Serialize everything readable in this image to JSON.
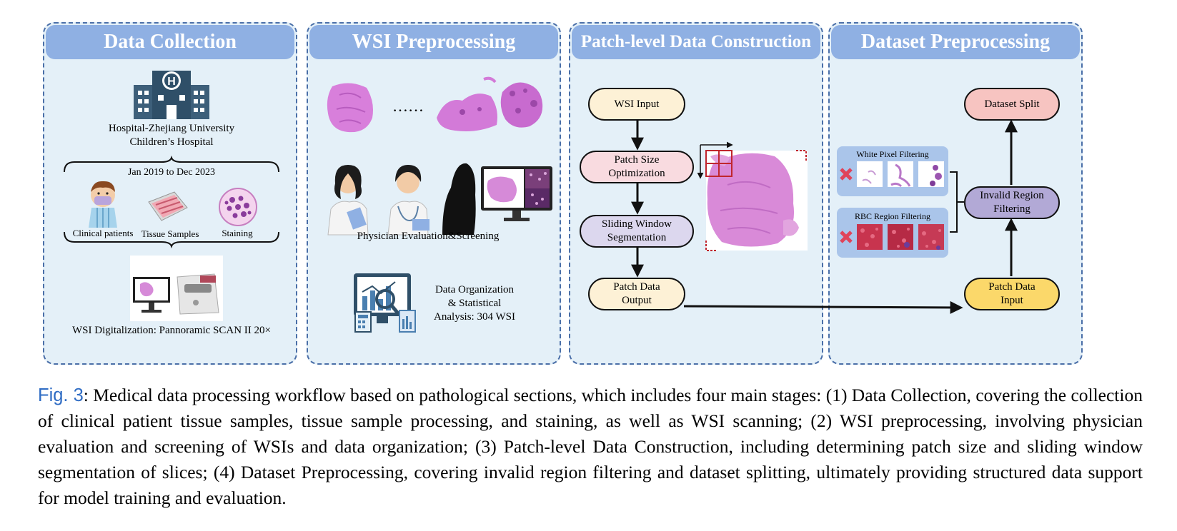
{
  "panels": {
    "data_collection": {
      "title": "Data Collection",
      "hospital": "Hospital-Zhejiang University\nChildren’s Hospital",
      "date_range": "Jan 2019 to Dec 2023",
      "items": [
        "Clinical patients",
        "Tissue Samples",
        "Staining"
      ],
      "digitization": "WSI Digitalization: Pannoramic SCAN II  20×"
    },
    "wsi_preprocessing": {
      "title": "WSI Preprocessing",
      "ellipsis": "……",
      "physician_label": "Physician Evaluation&Screening",
      "organization_label": "Data Organization\n& Statistical\nAnalysis: 304 WSI"
    },
    "patch_construction": {
      "title": "Patch-level Data Construction",
      "nodes": {
        "wsi_input": "WSI Input",
        "patch_size": "Patch Size\nOptimization",
        "sliding_window": "Sliding Window\nSegmentation",
        "patch_output": "Patch Data\nOutput"
      }
    },
    "dataset_preprocessing": {
      "title": "Dataset Preprocessing",
      "nodes": {
        "dataset_split": "Dataset Split",
        "invalid_filtering": "Invalid Region\nFiltering",
        "patch_input": "Patch Data\nInput"
      },
      "filters": {
        "white_pixel": "White Pixel Filtering",
        "rbc_region": "RBC Region Filtering"
      }
    }
  },
  "colors": {
    "panel_bg": "#e4f0f8",
    "panel_border": "#4a6fa8",
    "header_bg": "#8fb0e3",
    "node_yellow_light": "#fdf1d6",
    "node_pink": "#f9dbe0",
    "node_lavender": "#dcd7ee",
    "node_salmon": "#f7c4c1",
    "node_purple": "#b2a9d6",
    "node_yellow": "#fbd86a",
    "reject_red": "#e0445a",
    "figure_link": "#2f6cc4"
  },
  "caption": {
    "label": "Fig. 3",
    "text": ": Medical data processing workflow based on pathological sections, which includes four main stages: (1) Data Collection, covering the collection of clinical patient tissue samples, tissue sample processing, and staining, as well as WSI scanning; (2) WSI preprocessing, involving physician evaluation and screening of WSIs and data organization; (3) Patch-level Data Construction, including determining patch size and sliding window segmentation of slices; (4) Dataset Preprocessing, covering invalid region filtering and dataset splitting, ultimately providing structured data support for model training and evaluation."
  }
}
